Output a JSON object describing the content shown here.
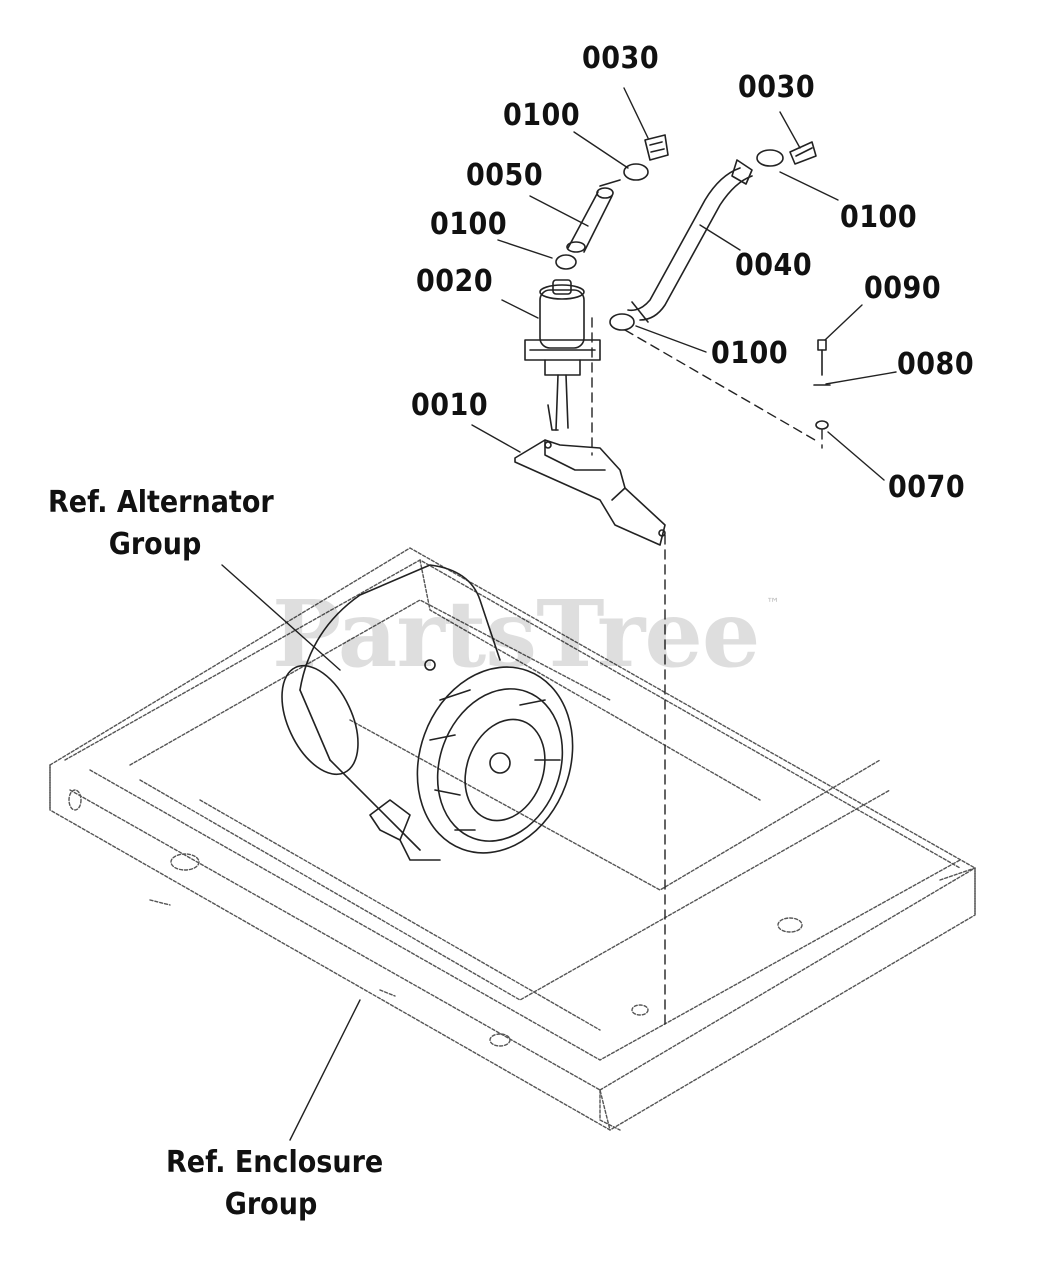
{
  "callouts": {
    "c0030_a": "0030",
    "c0100_a": "0100",
    "c0050": "0050",
    "c0100_b": "0100",
    "c0020": "0020",
    "c0010": "0010",
    "c0030_b": "0030",
    "c0100_c": "0100",
    "c0040": "0040",
    "c0100_d": "0100",
    "c0090": "0090",
    "c0080": "0080",
    "c0070": "0070"
  },
  "references": {
    "alternator_line1": "Ref. Alternator",
    "alternator_line2": "Group",
    "enclosure_line1": "Ref. Enclosure",
    "enclosure_line2": "Group"
  },
  "watermark": {
    "text": "PartsTree",
    "trademark": "™"
  }
}
